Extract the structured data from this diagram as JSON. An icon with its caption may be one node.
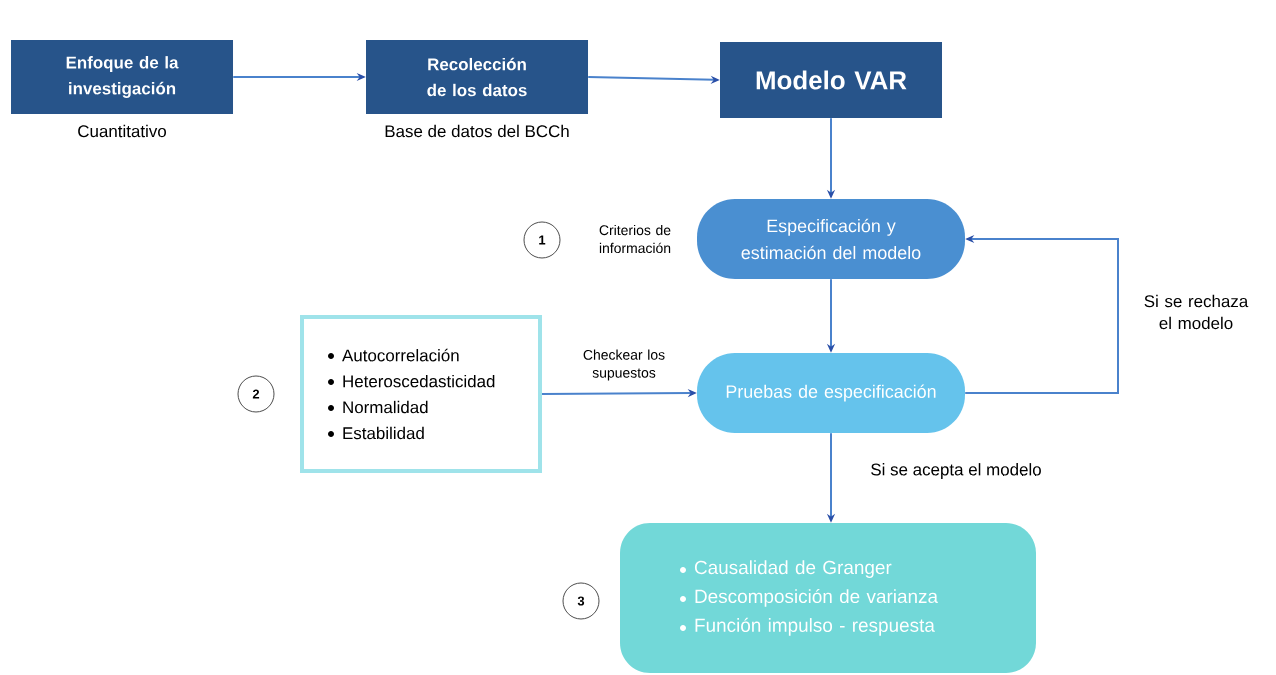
{
  "diagram": {
    "nodes": [
      {
        "text": [
          "Enfoque de la investigación"
        ],
        "beside": [
          "Cuantitativo"
        ]
      },
      {
        "text": [
          "Recolección de los datos"
        ],
        "beside": [
          "Base de datos del BCCh"
        ]
      },
      {
        "text": [
          "Modelo VAR"
        ]
      },
      {
        "text": [
          "Especificación y estimación del modelo"
        ]
      },
      {
        "text": [
          "Pruebas de especificación"
        ]
      },
      {
        "text": [
          "Autocorrelación",
          "Heteroscedasticidad",
          "Normalidad",
          "Estabilidad"
        ]
      },
      {
        "text": [
          "Causalidad de Granger",
          "Descomposición de varianza",
          "Función impulso - respuesta"
        ]
      }
    ],
    "edges": [
      {
        "from": 0,
        "to": 1,
        "arrow": "to"
      },
      {
        "from": 1,
        "to": 2,
        "arrow": "to"
      },
      {
        "from": 2,
        "to": 3,
        "arrow": "to"
      },
      {
        "from": 3,
        "to": 4,
        "arrow": "to"
      },
      {
        "from": 5,
        "to": 4,
        "arrow": "to",
        "label": "Checkear los supuestos"
      },
      {
        "from": 4,
        "to": 3,
        "arrow": "to",
        "label": "Si se rechaza el modelo"
      },
      {
        "from": 4,
        "to": 6,
        "arrow": "to",
        "label": "Si se acepta el modelo"
      }
    ],
    "labels": [
      "1",
      "Criterios de información",
      "2",
      "3"
    ]
  }
}
